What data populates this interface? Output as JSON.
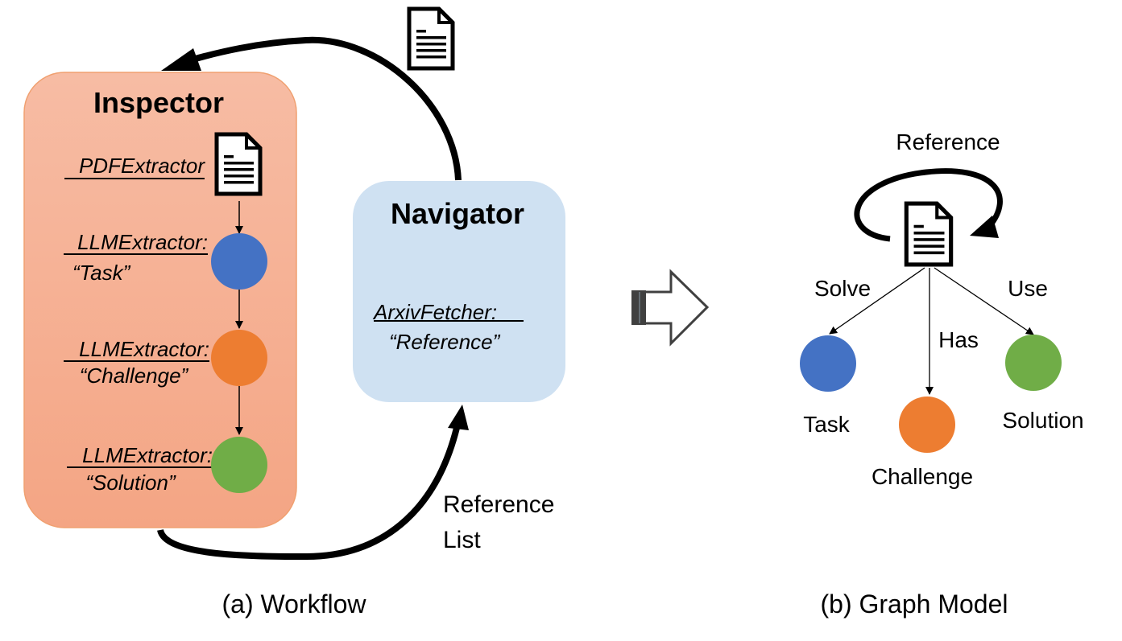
{
  "workflow": {
    "inspector": {
      "title": "Inspector",
      "steps": [
        {
          "tool": "PDFExtractor",
          "arg": "",
          "node": "document",
          "color": ""
        },
        {
          "tool": "LLMExtractor:",
          "arg": "“Task”",
          "node": "circle",
          "color": "#4472C4"
        },
        {
          "tool": "LLMExtractor:",
          "arg": "“Challenge”",
          "node": "circle",
          "color": "#ED7D31"
        },
        {
          "tool": "LLMExtractor:",
          "arg": "“Solution”",
          "node": "circle",
          "color": "#70AD47"
        }
      ],
      "fill": "#F6B49A",
      "border": "#F0A070"
    },
    "navigator": {
      "title": "Navigator",
      "tool": "ArxivFetcher:",
      "arg": "“Reference”",
      "fill": "#CFE1F2"
    },
    "return_arrow_icon": "document-icon",
    "forward_arrow_label": [
      "Reference",
      "List"
    ],
    "caption": "(a) Workflow"
  },
  "transition_icon": "block-right-arrow-icon",
  "graph_model": {
    "self_loop_label": "Reference",
    "center_node_icon": "document-icon",
    "edges": [
      {
        "label": "Solve",
        "target": "Task"
      },
      {
        "label": "Has",
        "target": "Challenge"
      },
      {
        "label": "Use",
        "target": "Solution"
      }
    ],
    "nodes": [
      {
        "label": "Task",
        "color": "#4472C4"
      },
      {
        "label": "Challenge",
        "color": "#ED7D31"
      },
      {
        "label": "Solution",
        "color": "#70AD47"
      }
    ],
    "caption": "(b) Graph Model"
  }
}
